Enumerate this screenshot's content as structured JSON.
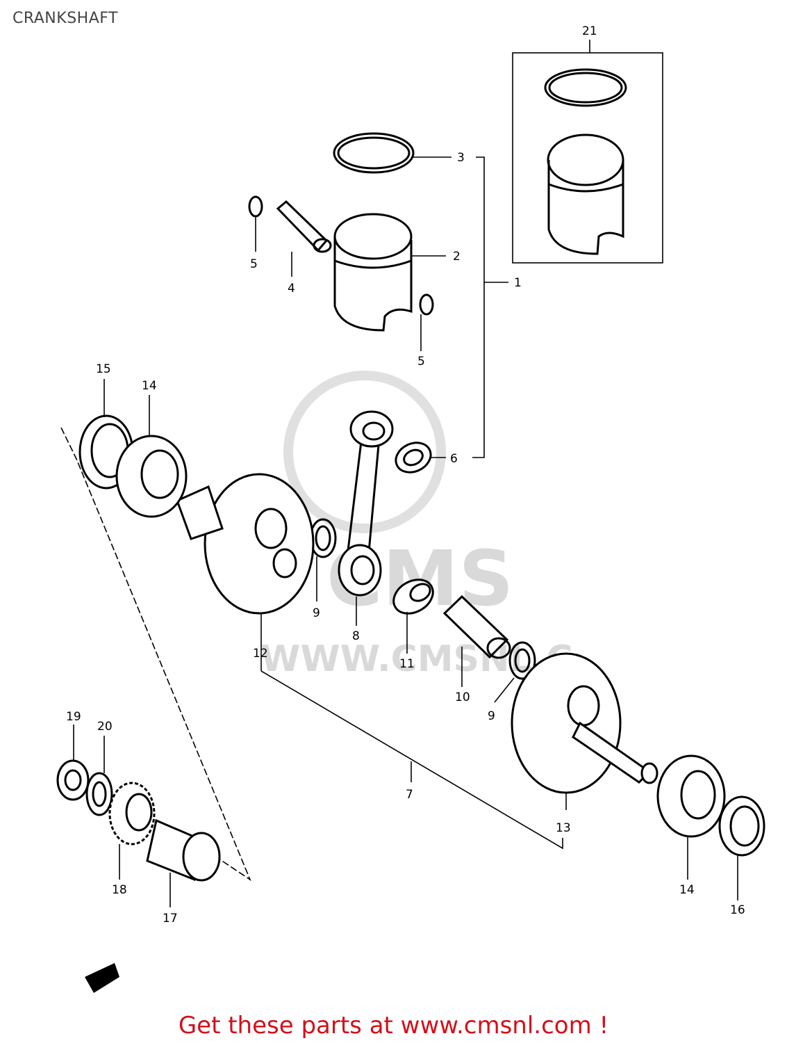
{
  "header": {
    "title": "CRANKSHAFT"
  },
  "watermark": {
    "brand": "CMS",
    "url": "WWW.CMSNL.C"
  },
  "footer": {
    "cta": "Get these parts at www.cmsnl.com !"
  },
  "callouts": {
    "c1": "1",
    "c2": "2",
    "c3": "3",
    "c4": "4",
    "c5a": "5",
    "c5b": "5",
    "c6": "6",
    "c7": "7",
    "c8": "8",
    "c9a": "9",
    "c9b": "9",
    "c10": "10",
    "c11": "11",
    "c12": "12",
    "c13": "13",
    "c14a": "14",
    "c14b": "14",
    "c15": "15",
    "c16": "16",
    "c17": "17",
    "c18": "18",
    "c19": "19",
    "c20": "20",
    "c21": "21"
  },
  "colors": {
    "cta": "#d2101a",
    "ink": "#000000",
    "watermark": "#d9d9d9"
  }
}
